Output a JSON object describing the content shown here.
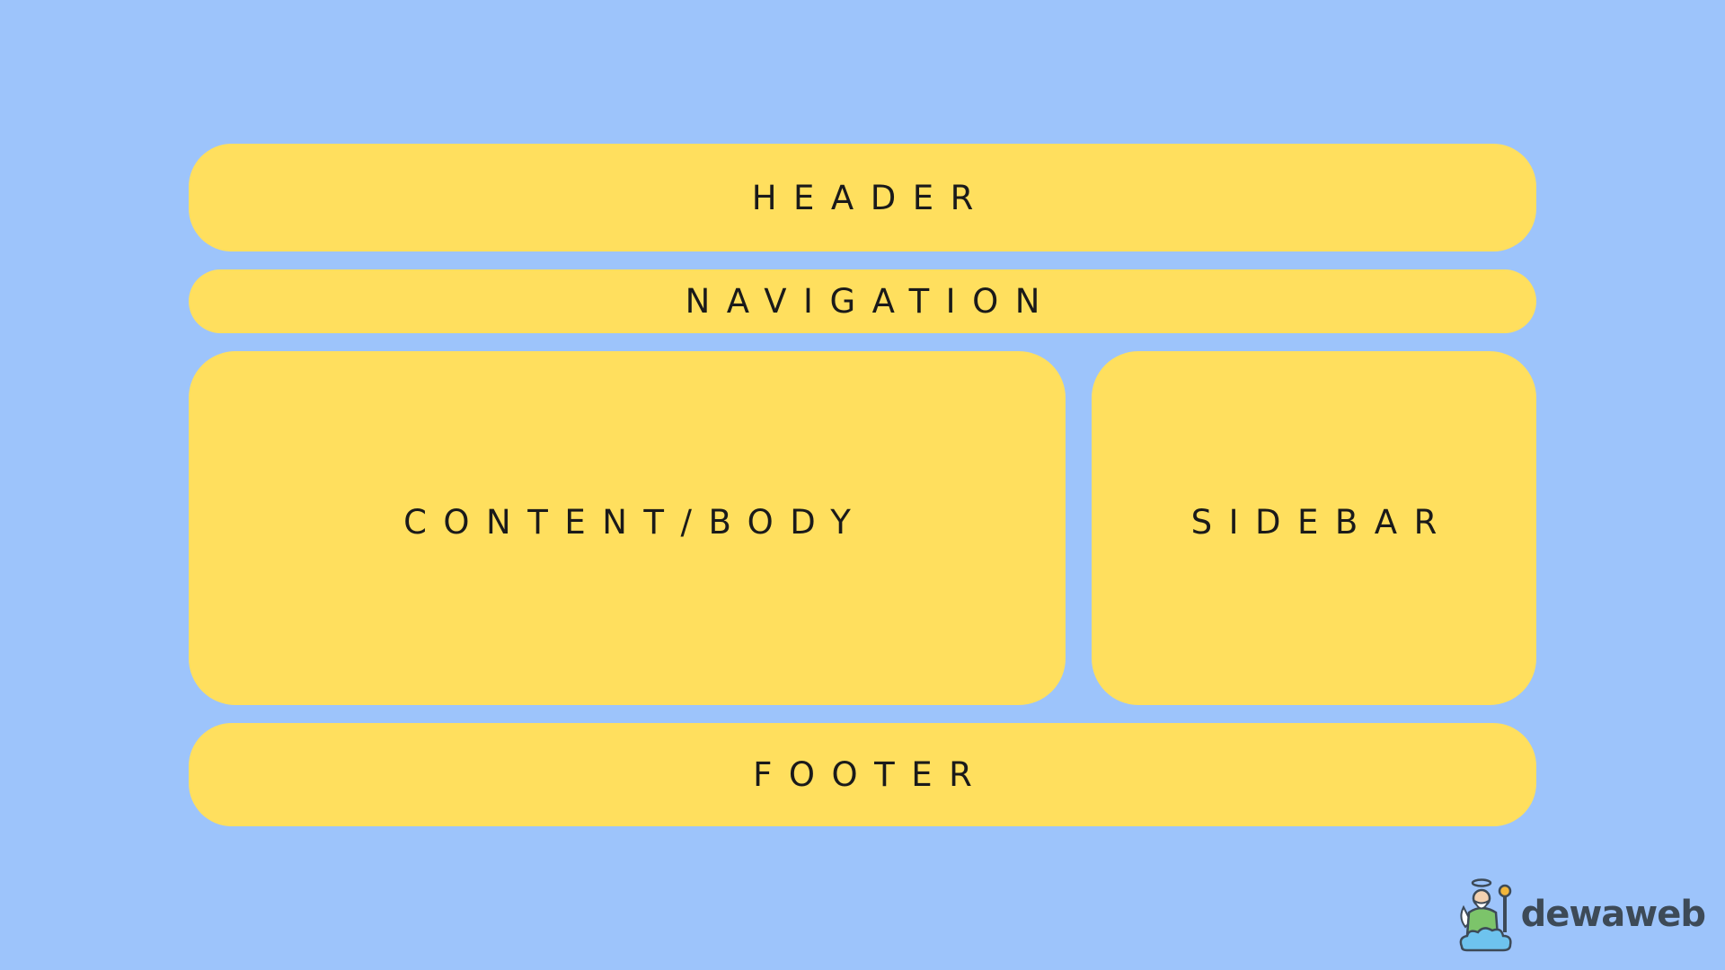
{
  "layout_blocks": {
    "header": "HEADER",
    "navigation": "NAVIGATION",
    "content": "CONTENT/BODY",
    "sidebar": "SIDEBAR",
    "footer": "FOOTER"
  },
  "colors": {
    "background": "#9dc4fb",
    "block": "#ffdf5e",
    "text": "#1a1a1a"
  },
  "logo": {
    "text": "dewaweb",
    "icon": "angel-on-cloud-icon"
  }
}
